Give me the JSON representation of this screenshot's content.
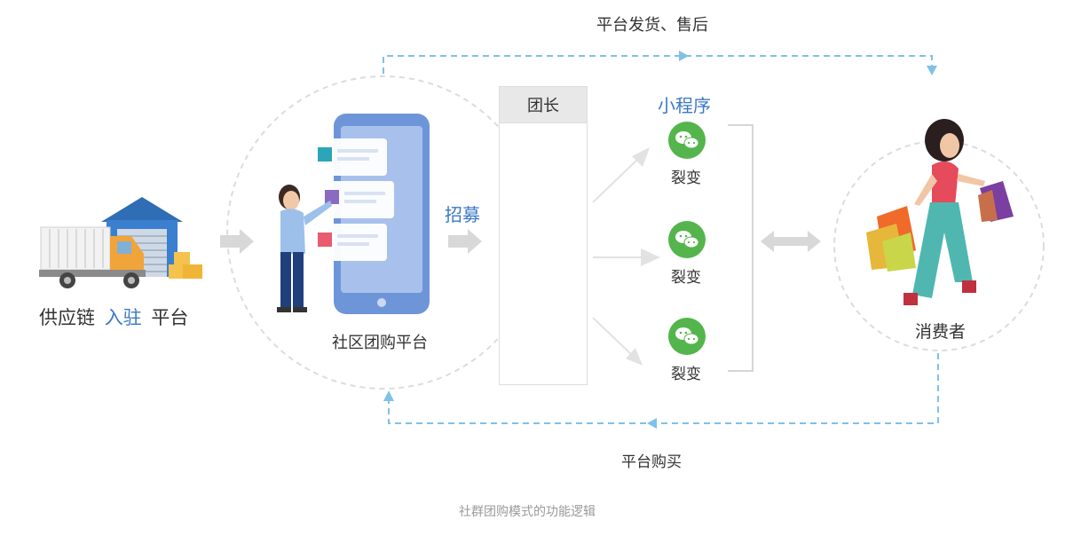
{
  "colors": {
    "accent_blue": "#3a78c4",
    "dashed_line": "#7fc1e8",
    "wechat_green": "#54b54c",
    "arrow_gray": "#d8d8d8"
  },
  "top_flow_label": "平台发货、售后",
  "bottom_flow_label": "平台购买",
  "supply": {
    "prefix": "供应链",
    "highlight": "入驻",
    "suffix": "平台"
  },
  "platform_label": "社区团购平台",
  "recruit_label": "招募",
  "leader_header": "团长",
  "mini_program_label": "小程序",
  "fission_labels": [
    "裂变",
    "裂变",
    "裂变"
  ],
  "consumer_label": "消费者",
  "caption": "社群团购模式的功能逻辑",
  "icons": [
    "warehouse-truck-icon",
    "phone-app-icon",
    "woman-user-icon",
    "leader-avatar-icon",
    "wechat-icon",
    "shopper-woman-icon"
  ]
}
